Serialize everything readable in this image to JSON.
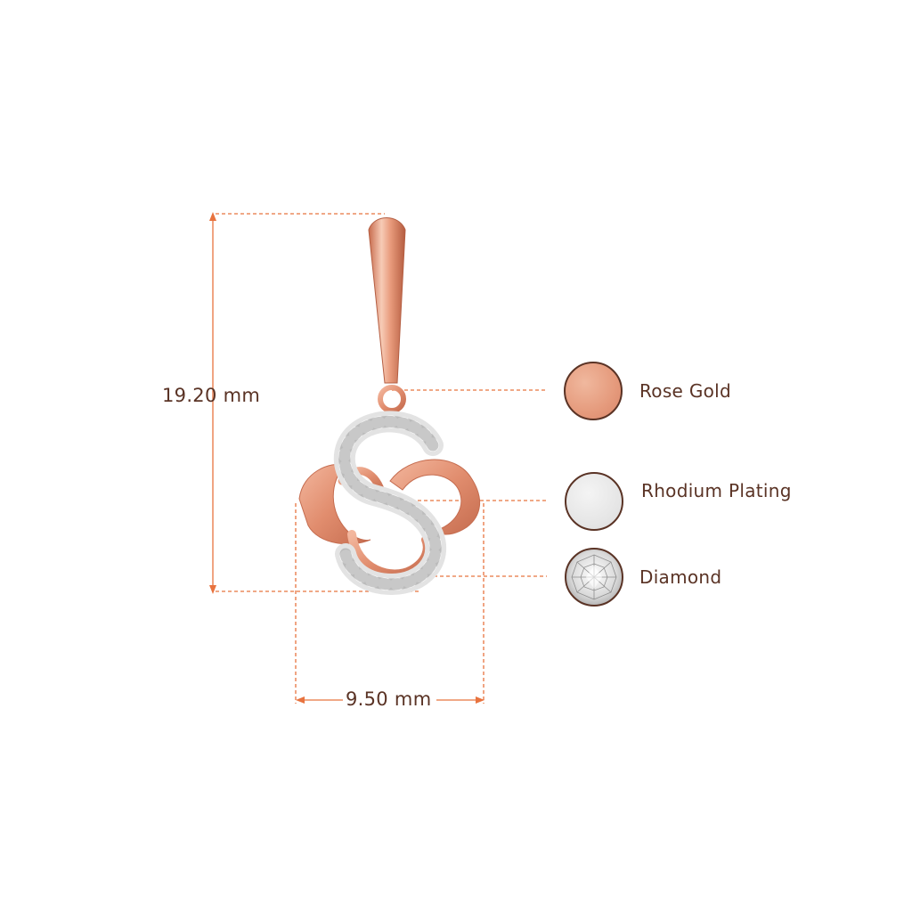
{
  "dimensions": {
    "height": "19.20 mm",
    "width": "9.50 mm"
  },
  "materials": [
    {
      "label": "Rose Gold",
      "color": "#e7a385"
    },
    {
      "label": "Rhodium Plating",
      "color": "#e7e7e7"
    },
    {
      "label": "Diamond",
      "color": "#f2f2f2"
    }
  ],
  "colors": {
    "dimension_line": "#e8733f",
    "label_text": "#5a3325",
    "metal": "#e59a7c"
  },
  "icons": [
    "pendant-image",
    "diamond-icon"
  ]
}
